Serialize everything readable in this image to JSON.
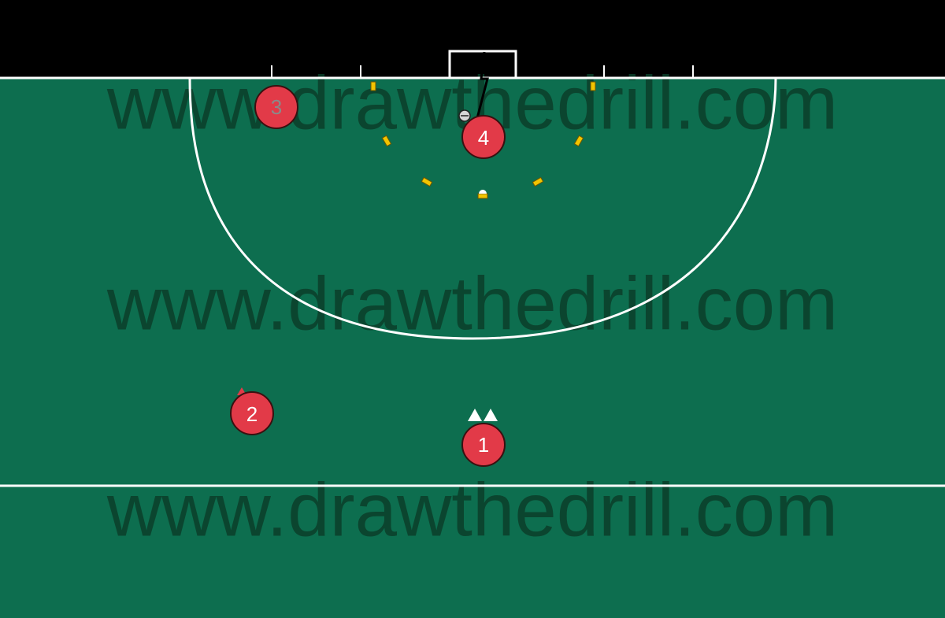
{
  "watermark": {
    "lines": [
      "www.drawthedrill.com",
      "www.drawthedrill.com",
      "www.drawthedrill.com"
    ]
  },
  "colors": {
    "pitch": "#0d6e4f",
    "outside": "#000000",
    "lines": "#ffffff",
    "player_fill": "#e23a48",
    "player_stroke": "#3a1010",
    "cone": "#f2c400",
    "watermark": "#0b3f2a"
  },
  "players": [
    {
      "id": "player-1",
      "label": "1"
    },
    {
      "id": "player-2",
      "label": "2"
    },
    {
      "id": "player-3",
      "label": "3"
    },
    {
      "id": "player-4",
      "label": "4"
    }
  ],
  "icons": {
    "ball": "ball-icon",
    "cone": "cone-icon",
    "marker": "triangle-marker-icon"
  }
}
